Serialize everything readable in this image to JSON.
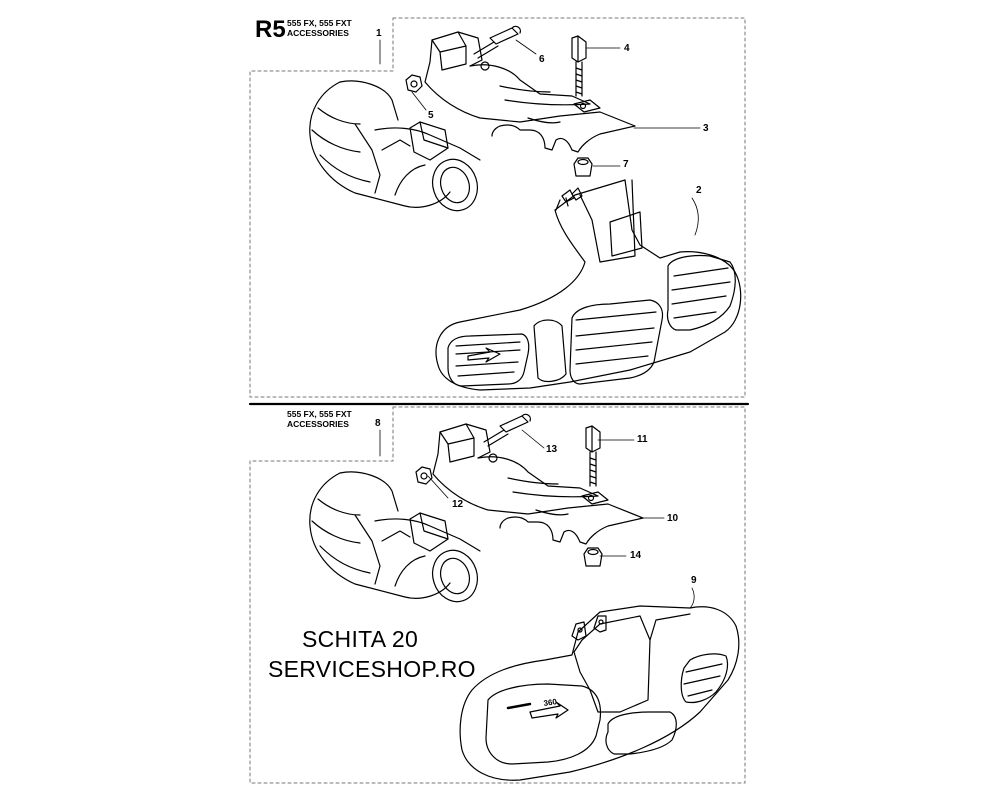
{
  "section_code": "R5",
  "panels": [
    {
      "model_line": "555 FX, 555 FXT",
      "heading": "ACCESSORIES",
      "callouts": [
        "1",
        "2",
        "3",
        "4",
        "5",
        "6",
        "7"
      ]
    },
    {
      "model_line": "555 FX, 555 FXT",
      "heading": "ACCESSORIES",
      "callouts": [
        "8",
        "9",
        "10",
        "11",
        "12",
        "13",
        "14"
      ],
      "guard_marking": "360"
    }
  ],
  "watermark": {
    "line1": "SCHITA 20",
    "line2": "SERVICESHOP.RO"
  }
}
